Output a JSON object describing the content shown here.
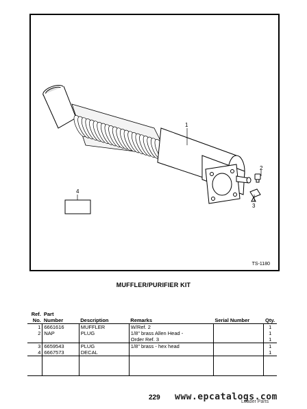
{
  "figure": {
    "code": "TS-1180",
    "callouts": [
      "1",
      "2",
      "3",
      "4"
    ]
  },
  "caption": "MUFFLER/PURIFIER KIT",
  "table": {
    "header_row1": [
      "Ref.",
      "Part",
      "",
      "",
      "",
      ""
    ],
    "header_row2": [
      "No.",
      "Number",
      "Description",
      "Remarks",
      "Serial Number",
      "Qty."
    ],
    "rows": [
      {
        "ref": "1",
        "part": "6661616",
        "desc": "MUFFLER",
        "remarks": "W/Ref. 2",
        "serial": "",
        "qty": "1"
      },
      {
        "ref": "2",
        "part": "NAP",
        "desc": "PLUG",
        "remarks": "1/8\" brass Allen Head -",
        "serial": "",
        "qty": "1"
      },
      {
        "ref": "",
        "part": "",
        "desc": "",
        "remarks": "Order Ref. 3",
        "serial": "",
        "qty": "1"
      },
      {
        "ref": "3",
        "part": "6659543",
        "desc": "PLUG",
        "remarks": "1/8\" brass - hex head",
        "serial": "",
        "qty": "1"
      },
      {
        "ref": "4",
        "part": "6667573",
        "desc": "DECAL",
        "remarks": "",
        "serial": "",
        "qty": "1"
      }
    ]
  },
  "footer": {
    "page_number": "229",
    "watermark": "www.epcatalogs.com",
    "subtitle": "Loader Parts"
  }
}
